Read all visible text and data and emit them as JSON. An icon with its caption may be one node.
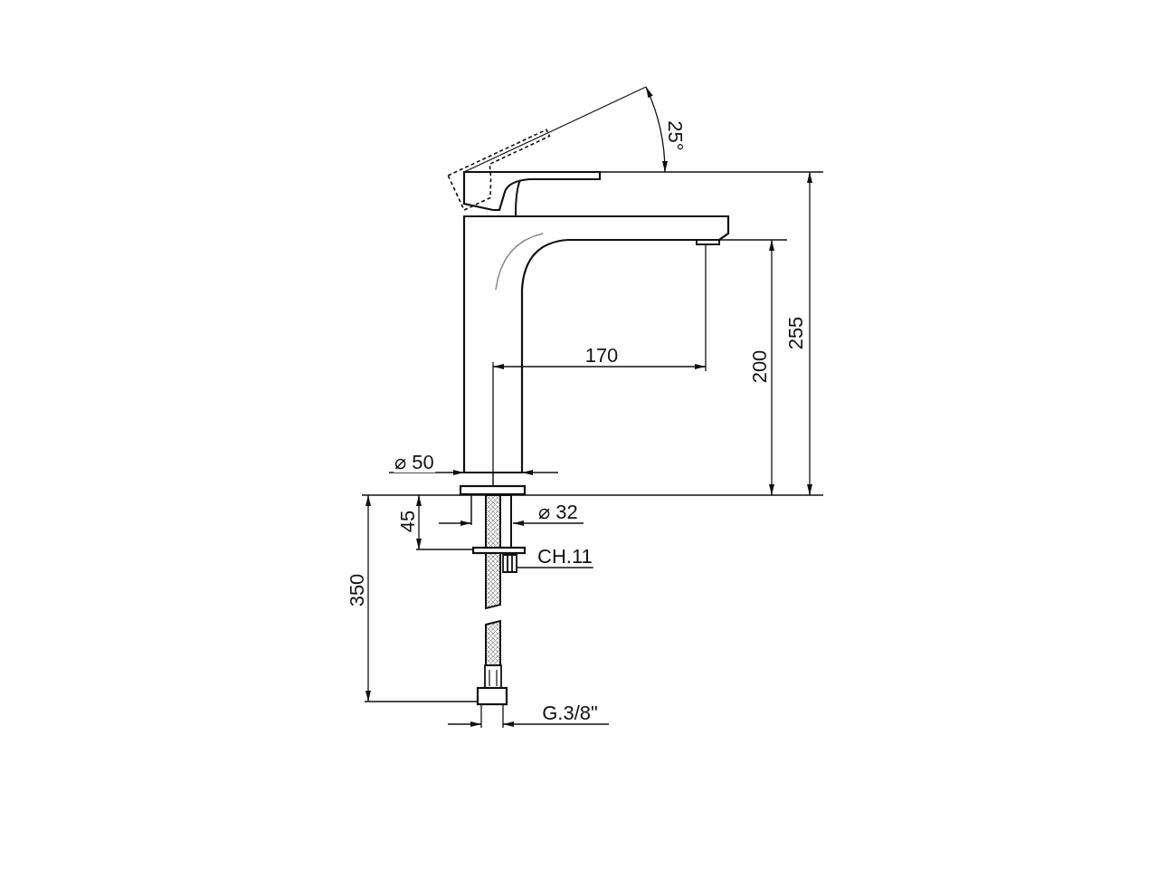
{
  "diagram": {
    "nodes": [
      {
        "text": [
          "CH.11"
        ]
      },
      {
        "text": [],
        "shape": "box"
      }
    ],
    "edges": [
      {
        "from": 0,
        "to": 1,
        "arrow": "none"
      }
    ],
    "labels": [
      "25°",
      "170",
      "200",
      "255",
      "⌀ 50",
      "45",
      "⌀ 32",
      "350",
      "G.3/8\""
    ]
  }
}
